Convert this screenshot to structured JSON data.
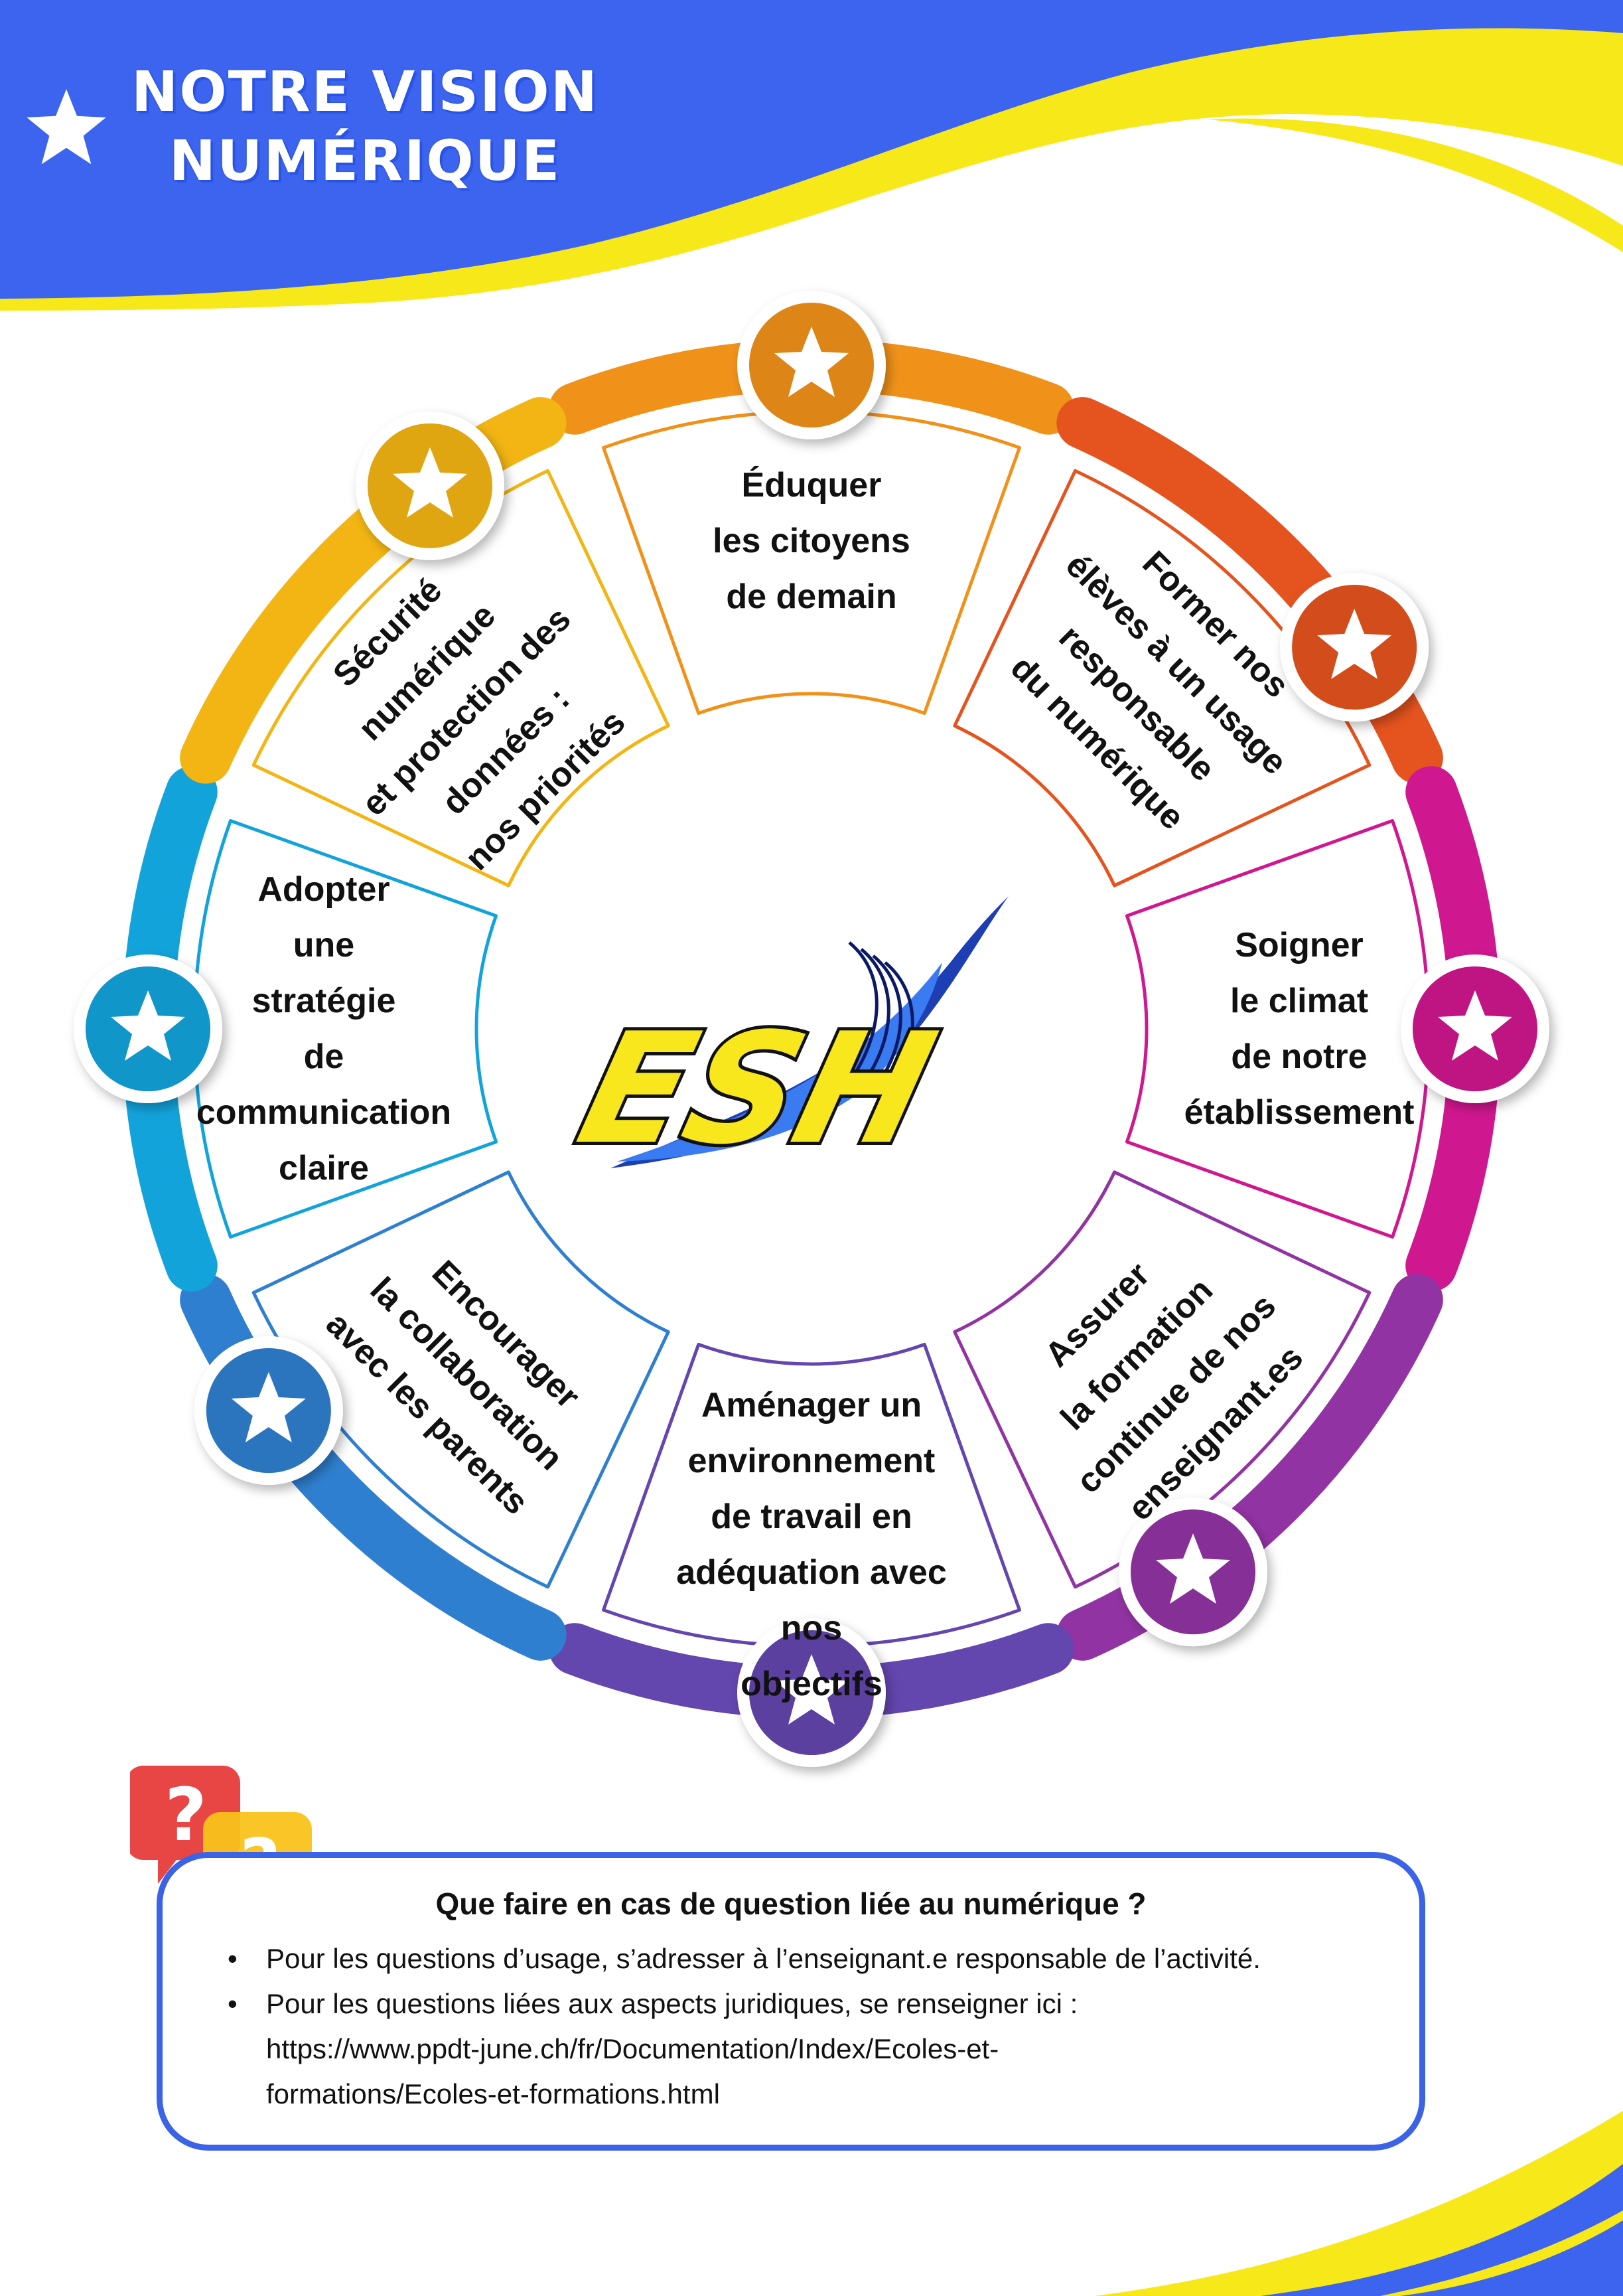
{
  "header": {
    "title_line1": "NOTRE VISION",
    "title_line2": "NUMÉRIQUE",
    "title_icon": "star-icon"
  },
  "colors": {
    "header_blue": "#3c64ee",
    "accent_yellow": "#f7e81a",
    "segment_orange": "#f0921a",
    "segment_red_orange": "#e5531e",
    "segment_magenta": "#cf178f",
    "segment_purple": "#9233a3",
    "segment_indigo": "#6346ae",
    "segment_blue": "#2f7fd0",
    "segment_cyan": "#12a3db",
    "segment_gold": "#f3b513"
  },
  "wheel": {
    "logo_text": "ESH",
    "segments": [
      {
        "lines": [
          "Éduquer",
          "les citoyens",
          "de demain"
        ],
        "color": "#f0921a",
        "icon": "star-icon"
      },
      {
        "lines": [
          "Former nos",
          "élèves à un usage",
          "responsable",
          "du numérique"
        ],
        "color": "#e5531e",
        "icon": "star-icon"
      },
      {
        "lines": [
          "Soigner",
          "le climat",
          "de notre",
          "établissement"
        ],
        "color": "#cf178f",
        "icon": "star-icon"
      },
      {
        "lines": [
          "Assurer",
          "la formation",
          "continue de nos",
          "enseignant.es"
        ],
        "color": "#9233a3",
        "icon": "star-icon"
      },
      {
        "lines": [
          "Aménager un",
          "environnement",
          "de travail en",
          "adéquation avec nos",
          "objectifs"
        ],
        "color": "#6346ae",
        "icon": "star-icon"
      },
      {
        "lines": [
          "Encourager",
          "la collaboration",
          "avec les parents"
        ],
        "color": "#2f7fd0",
        "icon": "star-icon"
      },
      {
        "lines": [
          "Adopter",
          "une",
          "stratégie",
          "de",
          "communication",
          "claire"
        ],
        "color": "#12a3db",
        "icon": "star-icon"
      },
      {
        "lines": [
          "Sécurité numérique",
          "et  protection des",
          "données :",
          "nos priorités"
        ],
        "color": "#f3b513",
        "icon": "star-icon"
      }
    ]
  },
  "help": {
    "icon": "question-bubbles-icon",
    "title": "Que faire en cas de question liée au numérique ?",
    "items": [
      {
        "lines": [
          "Pour les questions d’usage, s’adresser à l’enseignant.e responsable de l’activité."
        ]
      },
      {
        "lines": [
          "Pour les questions liées aux aspects juridiques, se renseigner ici :",
          "https://www.ppdt-june.ch/fr/Documentation/Index/Ecoles-et-",
          "formations/Ecoles-et-formations.html"
        ]
      }
    ]
  }
}
